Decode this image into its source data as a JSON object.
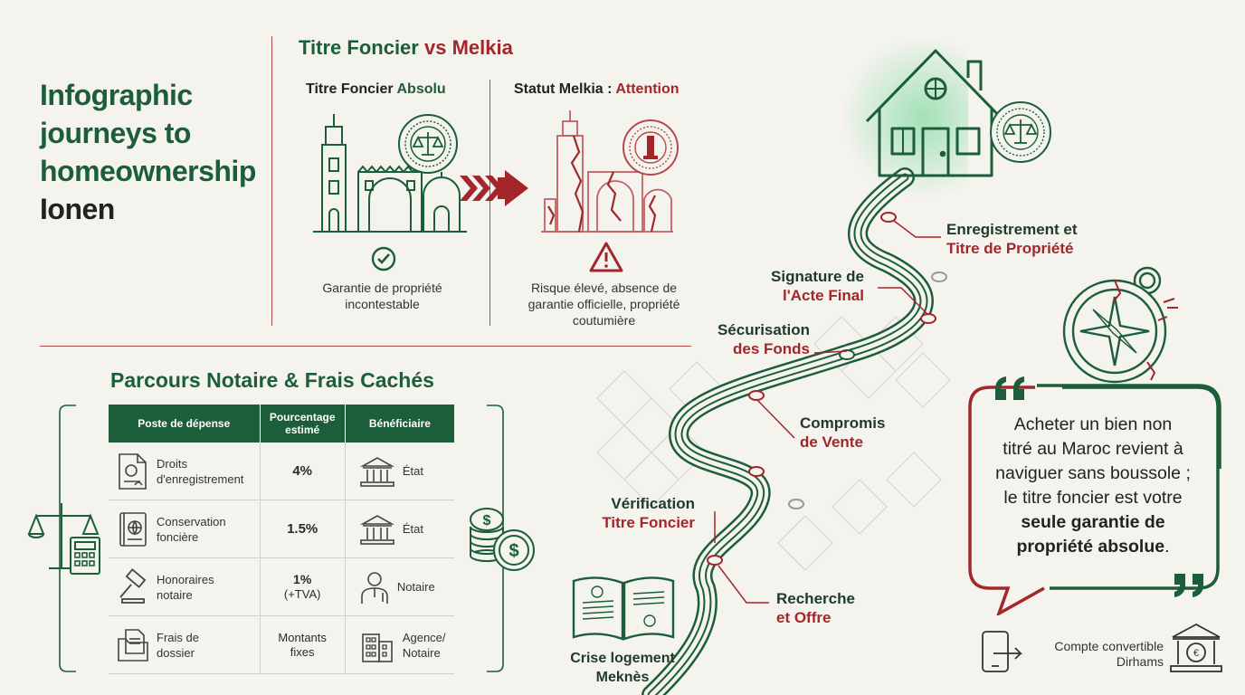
{
  "main_title": {
    "line1": "Infographic",
    "line2": "journeys to",
    "line3": "homeownership",
    "line4": "Ionen"
  },
  "comparison": {
    "title_part1": "Titre Foncier",
    "title_part2": "vs Melkia",
    "left": {
      "title_part1": "Titre Foncier",
      "title_part2": "Absolu",
      "caption_line1": "Garantie de propriété",
      "caption_line2": "incontestable"
    },
    "right": {
      "title_part1": "Statut Melkia :",
      "title_part2": "Attention",
      "caption_line1": "Risque élevé, absence de",
      "caption_line2": "garantie officielle, propriété",
      "caption_line3": "coutumière"
    }
  },
  "notaire": {
    "title": "Parcours Notaire & Frais Cachés",
    "headers": [
      "Poste de dépense",
      "Pourcentage estimé",
      "Bénéficiaire"
    ],
    "rows": [
      {
        "item_l1": "Droits",
        "item_l2": "d'enregistrement",
        "pct_l1": "4%",
        "pct_l2": "",
        "beneficiary_l1": "État",
        "beneficiary_l2": "",
        "item_icon": "document-stamp-icon",
        "ben_icon": "government-building-icon"
      },
      {
        "item_l1": "Conservation",
        "item_l2": "foncière",
        "pct_l1": "1.5%",
        "pct_l2": "",
        "beneficiary_l1": "État",
        "beneficiary_l2": "",
        "item_icon": "passport-book-icon",
        "ben_icon": "government-building-icon"
      },
      {
        "item_l1": "Honoraires",
        "item_l2": "notaire",
        "pct_l1": "1%",
        "pct_l2": "(+TVA)",
        "beneficiary_l1": "Notaire",
        "beneficiary_l2": "",
        "item_icon": "gavel-icon",
        "ben_icon": "person-icon"
      },
      {
        "item_l1": "Frais de",
        "item_l2": "dossier",
        "pct_l1": "Montants",
        "pct_l2": "fixes",
        "beneficiary_l1": "Agence/",
        "beneficiary_l2": "Notaire",
        "item_icon": "folder-icon",
        "ben_icon": "office-building-icon"
      }
    ]
  },
  "journey": {
    "steps": [
      {
        "l1": "Enregistrement et",
        "l2": "Titre de Propriété"
      },
      {
        "l1": "Signature de",
        "l2": "l'Acte Final"
      },
      {
        "l1": "Sécurisation",
        "l2": "des Fonds"
      },
      {
        "l1": "Compromis",
        "l2": "de Vente"
      },
      {
        "l1": "Vérification",
        "l2": "Titre Foncier"
      },
      {
        "l1": "Recherche",
        "l2": "et Offre"
      }
    ],
    "book_label_l1": "Crise logement",
    "book_label_l2": "Meknès"
  },
  "quote": {
    "part1_l1": "Acheter un bien non",
    "part1_l2": "titré au Maroc revient à",
    "part1_l3": "naviguer sans boussole ;",
    "part1_l4": "le titre foncier est votre",
    "bold_l1": "seule garantie de",
    "bold_l2": "propriété absolue",
    "end": "."
  },
  "bottom": {
    "label_l1": "Compte convertible",
    "label_l2": "Dirhams"
  },
  "colors": {
    "green": "#1d5e3a",
    "red": "#a3262a",
    "background": "#f4f3ee"
  }
}
